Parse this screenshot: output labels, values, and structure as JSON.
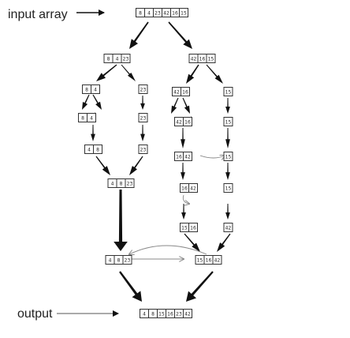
{
  "labels": {
    "input": "input array",
    "output": "output"
  },
  "colors": {
    "ink": "#111111",
    "box_stroke": "#333333",
    "light_arrow": "#888888",
    "number": "#222222"
  },
  "arrays": {
    "input": [
      "8",
      "4",
      "23",
      "42",
      "16",
      "15"
    ],
    "l_half": [
      "8",
      "4",
      "23"
    ],
    "r_half": [
      "42",
      "16",
      "15"
    ],
    "l_pair": [
      "8",
      "4"
    ],
    "l_single": [
      "23"
    ],
    "r_pair": [
      "42",
      "16"
    ],
    "r_single": [
      "15"
    ],
    "l_pair_compare": [
      "8",
      "4"
    ],
    "l_single_2": [
      "23"
    ],
    "r_pair_compare": [
      "42",
      "16"
    ],
    "r_single_2": [
      "15"
    ],
    "l_pair_sorted": [
      "4",
      "8"
    ],
    "l_single_3": [
      "23"
    ],
    "r_pair_sorted": [
      "16",
      "42"
    ],
    "r_single_3": [
      "15"
    ],
    "l_merged": [
      "4",
      "8",
      "23"
    ],
    "r_compare_a": [
      "16",
      "42"
    ],
    "r_compare_a_single": [
      "15"
    ],
    "r_compare_b": [
      "15",
      "16"
    ],
    "r_compare_b_single": [
      "42"
    ],
    "r_compare_c": [
      "15",
      "16"
    ],
    "r_compare_c_single": [
      "42"
    ],
    "left_final": [
      "4",
      "8",
      "23"
    ],
    "right_final": [
      "15",
      "16",
      "42"
    ],
    "output": [
      "4",
      "8",
      "15",
      "16",
      "23",
      "42"
    ]
  }
}
